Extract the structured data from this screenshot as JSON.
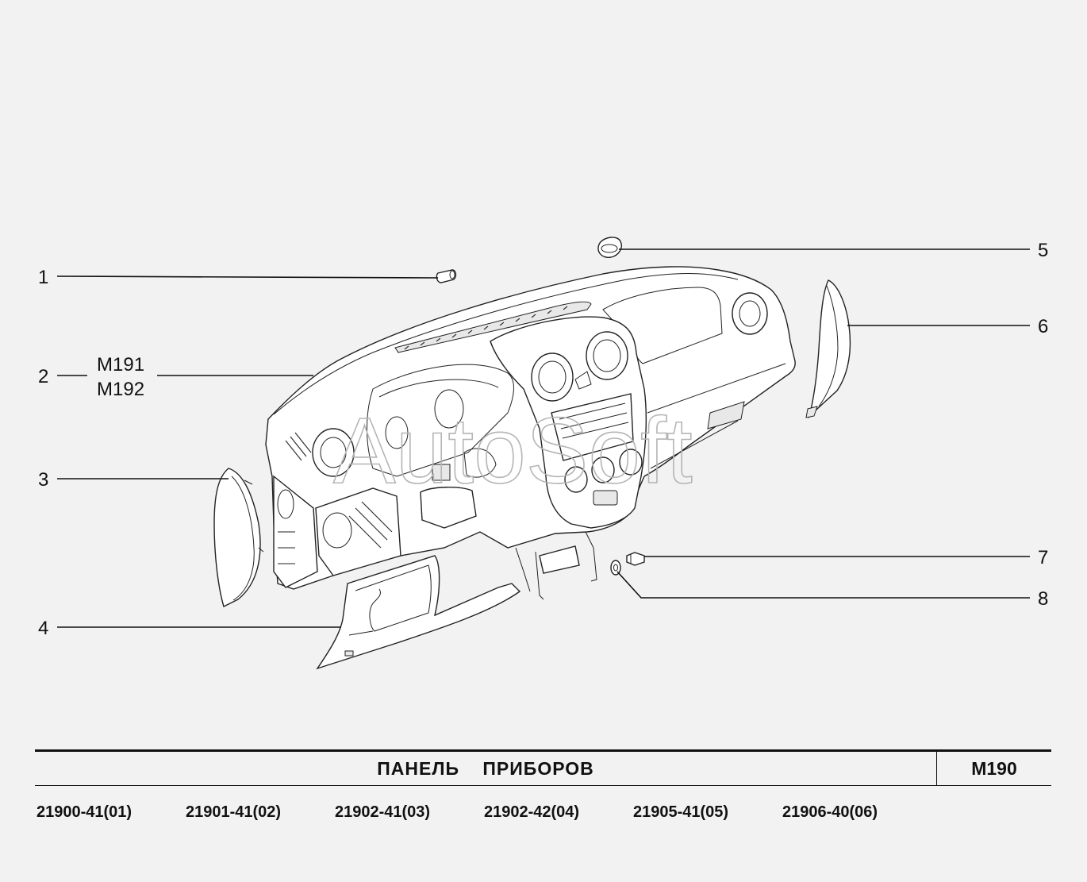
{
  "watermark": "AutoSoft",
  "callouts": [
    {
      "number": "1",
      "refs": []
    },
    {
      "number": "2",
      "refs": [
        "M191",
        "M192"
      ]
    },
    {
      "number": "3",
      "refs": []
    },
    {
      "number": "4",
      "refs": []
    },
    {
      "number": "5",
      "refs": []
    },
    {
      "number": "6",
      "refs": []
    },
    {
      "number": "7",
      "refs": []
    },
    {
      "number": "8",
      "refs": []
    }
  ],
  "title_block": {
    "title": "ПАНЕЛЬ ПРИБОРОВ",
    "code": "M190"
  },
  "model_codes": [
    "21900-41(01)",
    "21901-41(02)",
    "21902-41(03)",
    "21902-42(04)",
    "21905-41(05)",
    "21906-40(06)"
  ]
}
